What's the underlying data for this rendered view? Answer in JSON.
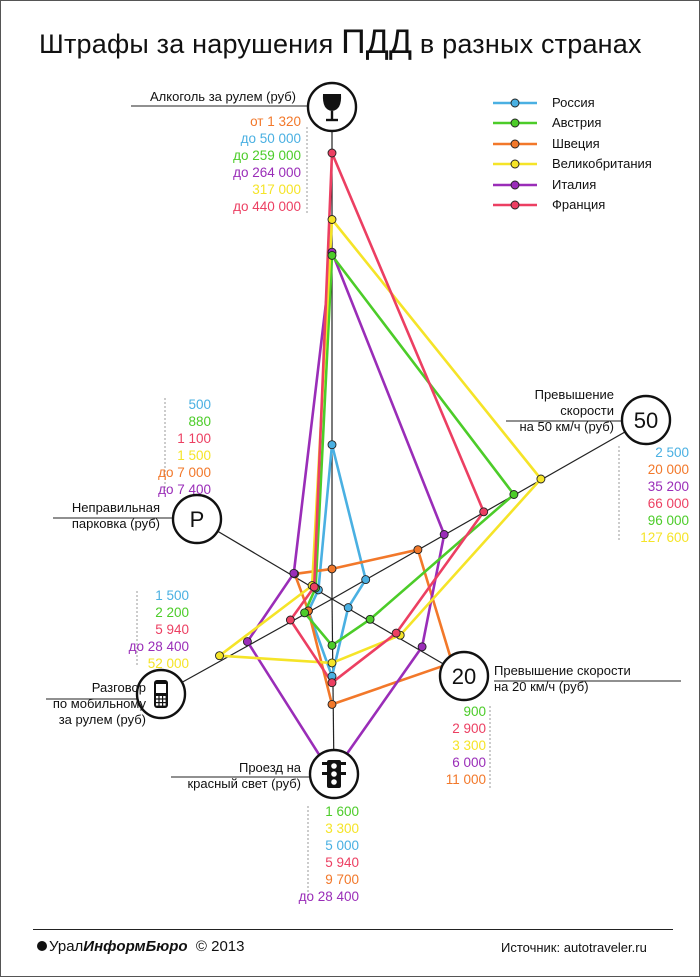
{
  "title": {
    "pre": "Штрафы за нарушения ",
    "big": "ПДД",
    "post": " в разных странах"
  },
  "icons": {
    "alcohol": "wine-glass-icon",
    "speed50": "speed-sign-50-icon",
    "speed20": "speed-sign-20-icon",
    "parking": "parking-sign-icon",
    "phone": "mobile-phone-icon",
    "redlight": "traffic-light-icon"
  },
  "footer": {
    "logo_light": "Урал",
    "logo_bold": "ИнформБюро",
    "copyright": "© 2013",
    "source": "Источник: autotraveler.ru"
  },
  "chart_data": {
    "type": "radar",
    "title": "Штрафы за нарушения ПДД в разных странах",
    "legend_position": "top-right",
    "axes": [
      {
        "key": "alcohol",
        "label": "Алкоголь за рулем (руб)",
        "sign": "",
        "max": 440000
      },
      {
        "key": "speed50",
        "label": "Превышение скорости на 50 км/ч (руб)",
        "sign": "50",
        "max": 127600
      },
      {
        "key": "speed20",
        "label": "Превышение скорости на 20 км/ч (руб)",
        "sign": "20",
        "max": 11000
      },
      {
        "key": "redlight",
        "label": "Проезд на красный свет (руб)",
        "sign": "",
        "max": 28400
      },
      {
        "key": "phone",
        "label": "Разговор по мобильному за рулем (руб)",
        "sign": "",
        "max": 52000
      },
      {
        "key": "parking",
        "label": "Неправильная парковка (руб)",
        "sign": "P",
        "max": 7400
      }
    ],
    "series": [
      {
        "name": "Россия",
        "color": "#4ab0e2",
        "values": {
          "alcohol": 50000,
          "speed50": 2500,
          "speed20": 100,
          "redlight": 5000,
          "phone": 1500,
          "parking": 500
        }
      },
      {
        "name": "Австрия",
        "color": "#4ccc29",
        "values": {
          "alcohol": 259000,
          "speed50": 96000,
          "speed20": 900,
          "redlight": 1600,
          "phone": 2200,
          "parking": 880
        }
      },
      {
        "name": "Швеция",
        "color": "#f2782a",
        "values": {
          "alcohol": 1320,
          "speed50": 20000,
          "speed20": 11000,
          "redlight": 9700,
          "phone": 1500,
          "parking": 7000
        }
      },
      {
        "name": "Великобритания",
        "color": "#f5e428",
        "values": {
          "alcohol": 317000,
          "speed50": 127600,
          "speed20": 3300,
          "redlight": 3300,
          "phone": 52000,
          "parking": 1500
        }
      },
      {
        "name": "Италия",
        "color": "#9a2db8",
        "values": {
          "alcohol": 264000,
          "speed50": 35200,
          "speed20": 6000,
          "redlight": 28400,
          "phone": 28400,
          "parking": 7400
        }
      },
      {
        "name": "Франция",
        "color": "#ec3f62",
        "values": {
          "alcohol": 440000,
          "speed50": 66000,
          "speed20": 2900,
          "redlight": 5940,
          "phone": 5940,
          "parking": 1100
        }
      }
    ],
    "value_labels": {
      "alcohol": [
        {
          "text": "от 1 320",
          "color": "#f2782a"
        },
        {
          "text": "до 50 000",
          "color": "#4ab0e2"
        },
        {
          "text": "до 259 000",
          "color": "#4ccc29"
        },
        {
          "text": "до 264 000",
          "color": "#9a2db8"
        },
        {
          "text": "317 000",
          "color": "#f5e428"
        },
        {
          "text": "до 440 000",
          "color": "#ec3f62"
        }
      ],
      "speed50": [
        {
          "text": "2 500",
          "color": "#4ab0e2"
        },
        {
          "text": "20 000",
          "color": "#f2782a"
        },
        {
          "text": "35 200",
          "color": "#9a2db8"
        },
        {
          "text": "66 000",
          "color": "#ec3f62"
        },
        {
          "text": "96 000",
          "color": "#4ccc29"
        },
        {
          "text": "127 600",
          "color": "#f5e428"
        }
      ],
      "speed20": [
        {
          "text": "900",
          "color": "#4ccc29"
        },
        {
          "text": "2 900",
          "color": "#ec3f62"
        },
        {
          "text": "3 300",
          "color": "#f5e428"
        },
        {
          "text": "6 000",
          "color": "#9a2db8"
        },
        {
          "text": "11 000",
          "color": "#f2782a"
        }
      ],
      "redlight": [
        {
          "text": "1 600",
          "color": "#4ccc29"
        },
        {
          "text": "3 300",
          "color": "#f5e428"
        },
        {
          "text": "5 000",
          "color": "#4ab0e2"
        },
        {
          "text": "5 940",
          "color": "#ec3f62"
        },
        {
          "text": "9 700",
          "color": "#f2782a"
        },
        {
          "text": "до 28 400",
          "color": "#9a2db8"
        }
      ],
      "phone": [
        {
          "text": "1 500",
          "color": "#4ab0e2"
        },
        {
          "text": "2 200",
          "color": "#4ccc29"
        },
        {
          "text": "5 940",
          "color": "#ec3f62"
        },
        {
          "text": "до 28 400",
          "color": "#9a2db8"
        },
        {
          "text": "52 000",
          "color": "#f5e428"
        }
      ],
      "parking": [
        {
          "text": "500",
          "color": "#4ab0e2"
        },
        {
          "text": "880",
          "color": "#4ccc29"
        },
        {
          "text": "1 100",
          "color": "#ec3f62"
        },
        {
          "text": "1 500",
          "color": "#f5e428"
        },
        {
          "text": "до 7 000",
          "color": "#f2782a"
        },
        {
          "text": "до 7 400",
          "color": "#9a2db8"
        }
      ]
    },
    "axis_label_lines": {
      "alcohol": [
        "Алкоголь за рулем (руб)"
      ],
      "speed50": [
        "Превышение",
        "скорости",
        "на 50 км/ч (руб)"
      ],
      "speed20": [
        "Превышение скорости",
        "на 20 км/ч (руб)"
      ],
      "redlight": [
        "Проезд на",
        "красный свет (руб)"
      ],
      "phone": [
        "Разговор",
        "по мобильному",
        "за рулем (руб)"
      ],
      "parking": [
        "Неправильная",
        "парковка (руб)"
      ]
    }
  }
}
